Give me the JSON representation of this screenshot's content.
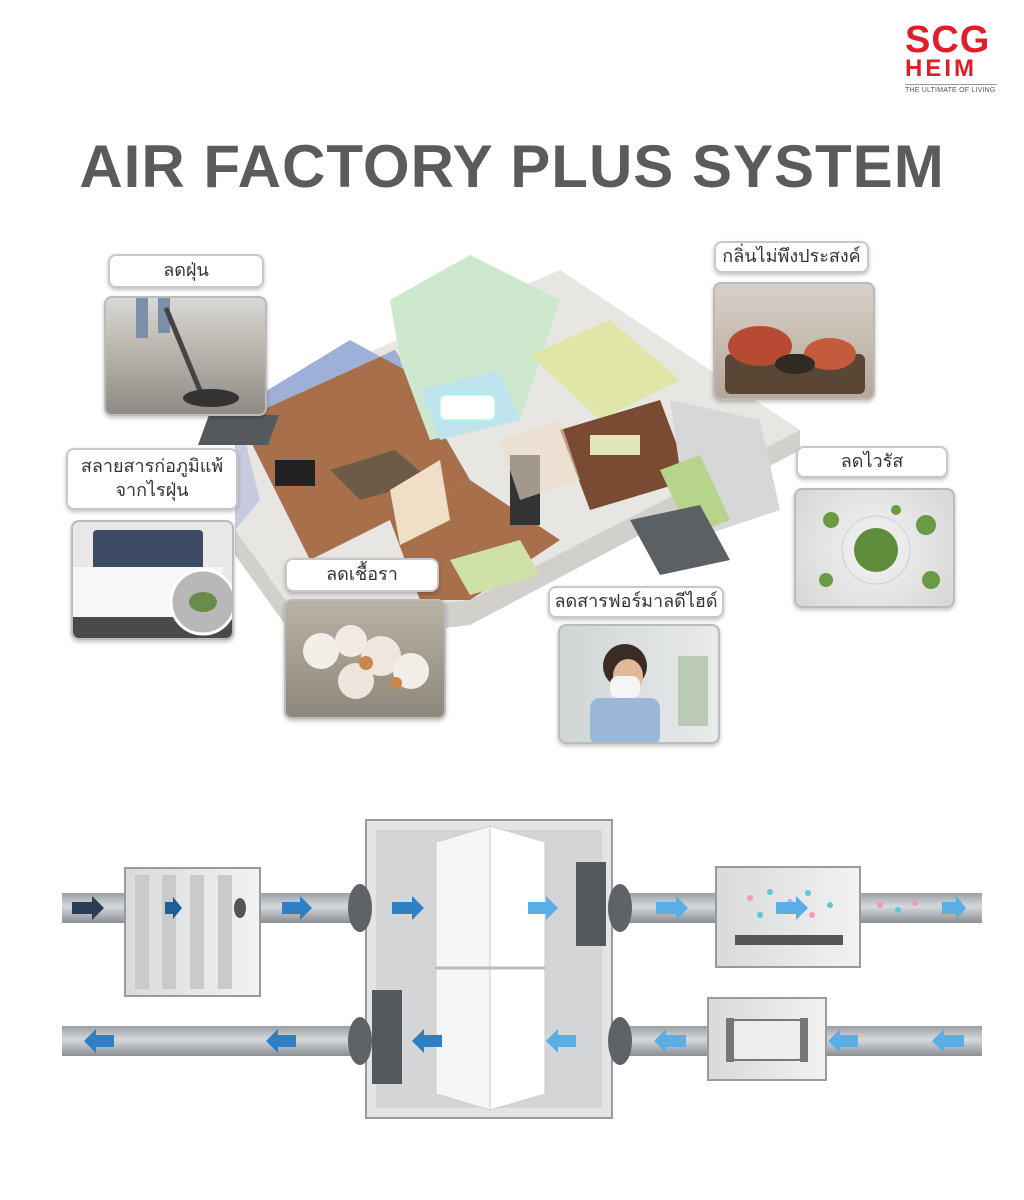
{
  "brand": {
    "line1": "SCG",
    "line2": "HEIM",
    "tagline": "THE ULTIMATE OF LIVING",
    "color": "#e21d2a"
  },
  "title": "AIR FACTORY PLUS SYSTEM",
  "features": {
    "dust": "ลดฝุ่น",
    "odor": "กลิ่นไม่พึงประสงค์",
    "allergen_line1": "สลายสารก่อภูมิแพ้",
    "allergen_line2": "จากไรฝุ่น",
    "virus": "ลดไวรัส",
    "mold": "ลดเชื้อรา",
    "formaldehyde": "ลดสารฟอร์มาลดีไฮด์"
  },
  "colors": {
    "title": "#5b5b5b",
    "arrow_dark": "#2b3a55",
    "arrow_blue": "#2f7fc4",
    "arrow_light": "#5aaee6"
  }
}
